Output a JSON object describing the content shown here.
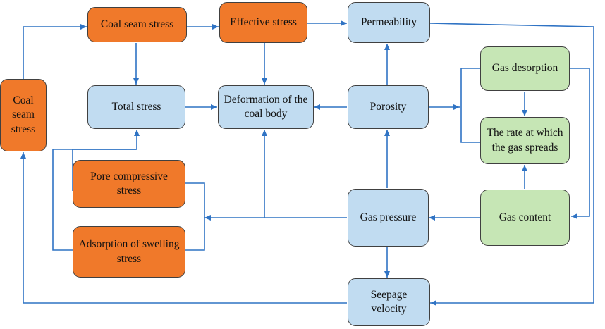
{
  "colors": {
    "stress_fill": "#f0792a",
    "state_fill": "#c1dcf1",
    "gas_fill": "#c6e6b5",
    "arrow": "#2f73c4"
  },
  "nodes": {
    "coal_seam_stress_left": "Coal seam stress",
    "coal_seam_stress_top": "Coal seam stress",
    "effective_stress": "Effective stress",
    "permeability": "Permeability",
    "total_stress": "Total stress",
    "deformation": "Deformation of the coal body",
    "porosity": "Porosity",
    "gas_desorption": "Gas desorption",
    "gas_spread_rate": "The rate at which the gas spreads",
    "pore_compressive_stress": "Pore compressive stress",
    "adsorption_swelling_stress": "Adsorption of swelling stress",
    "gas_pressure": "Gas pressure",
    "gas_content": "Gas content",
    "seepage_velocity": "Seepage velocity"
  }
}
